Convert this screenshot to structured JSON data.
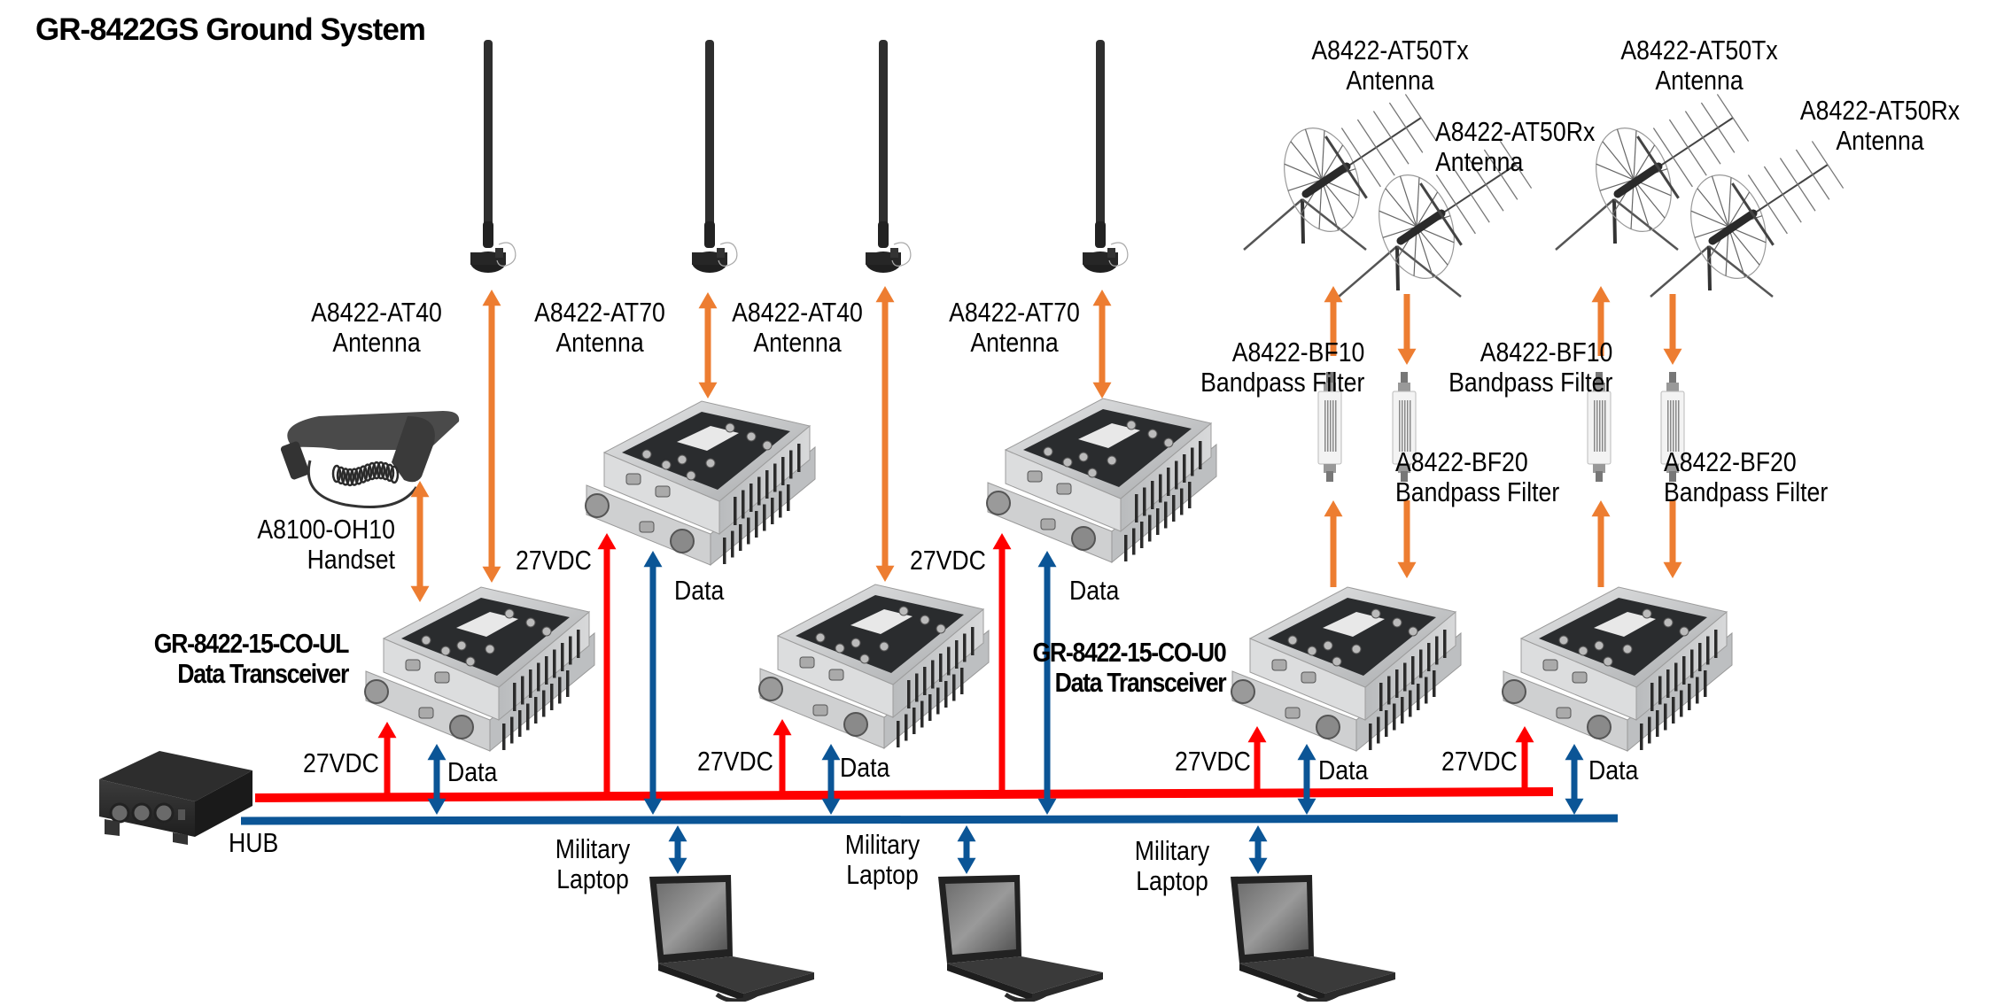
{
  "title": "GR-8422GS Ground System",
  "colors": {
    "rf_link": "#ED7D31",
    "power_bus": "#FF0000",
    "data_bus": "#0B5596",
    "device_body": "#C9CBCD",
    "device_panel": "#2A2C2E",
    "antenna": "#2E2E2E"
  },
  "antennas_whip": [
    {
      "model": "A8422-AT40",
      "type": "Antenna"
    },
    {
      "model": "A8422-AT70",
      "type": "Antenna"
    },
    {
      "model": "A8422-AT40",
      "type": "Antenna"
    },
    {
      "model": "A8422-AT70",
      "type": "Antenna"
    }
  ],
  "antennas_yagi": [
    {
      "model": "A8422-AT50Tx",
      "type": "Antenna"
    },
    {
      "model": "A8422-AT50Rx",
      "type": "Antenna"
    },
    {
      "model": "A8422-AT50Tx",
      "type": "Antenna"
    },
    {
      "model": "A8422-AT50Rx",
      "type": "Antenna"
    }
  ],
  "filters": [
    {
      "model": "A8422-BF10",
      "type": "Bandpass Filter"
    },
    {
      "model": "A8422-BF20",
      "type": "Bandpass Filter"
    },
    {
      "model": "A8422-BF10",
      "type": "Bandpass Filter"
    },
    {
      "model": "A8422-BF20",
      "type": "Bandpass Filter"
    }
  ],
  "handset": {
    "model": "A8100-OH10",
    "type": "Handset"
  },
  "transceivers": [
    {
      "model": "GR-8422-15-CO-UL",
      "type": "Data Transceiver"
    },
    {
      "model": "GR-8422-15-CO-U0",
      "type": "Data Transceiver"
    }
  ],
  "hub": {
    "label": "HUB"
  },
  "laptops": [
    {
      "line1": "Military",
      "line2": "Laptop"
    },
    {
      "line1": "Military",
      "line2": "Laptop"
    },
    {
      "line1": "Military",
      "line2": "Laptop"
    }
  ],
  "links": {
    "power": "27VDC",
    "data": "Data"
  }
}
